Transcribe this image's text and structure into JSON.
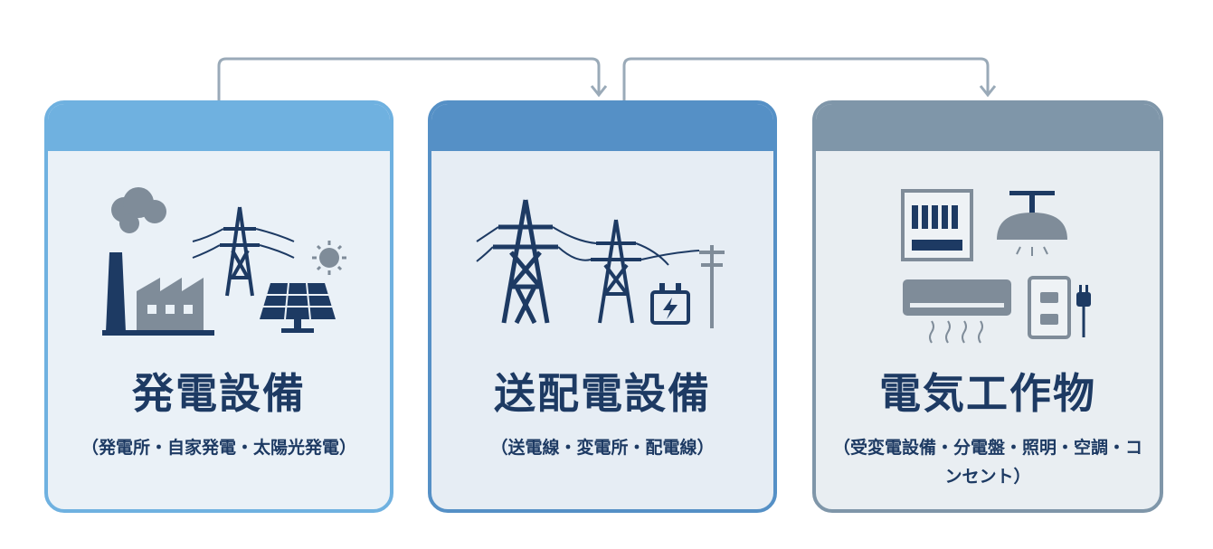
{
  "colors": {
    "card_1_accent": "#6fb1e0",
    "card_2_accent": "#5590c6",
    "card_3_accent": "#7f96a9",
    "icon_navy": "#1d3a63",
    "connector": "#9aaab8"
  },
  "cards": [
    {
      "title": "発電設備",
      "subtitle": "（発電所・自家発電・太陽光発電）",
      "icons": [
        "factory-icon",
        "transmission-tower-icon",
        "solar-panel-icon",
        "sun-icon"
      ]
    },
    {
      "title": "送配電設備",
      "subtitle": "（送電線・変電所・配電線）",
      "icons": [
        "transmission-tower-icon",
        "transformer-icon",
        "utility-pole-icon"
      ]
    },
    {
      "title": "電気工作物",
      "subtitle": "（受変電設備・分電盤・照明・空調・コンセント）",
      "icons": [
        "distribution-panel-icon",
        "ceiling-light-icon",
        "air-conditioner-icon",
        "wall-outlet-icon",
        "plug-icon"
      ]
    }
  ]
}
